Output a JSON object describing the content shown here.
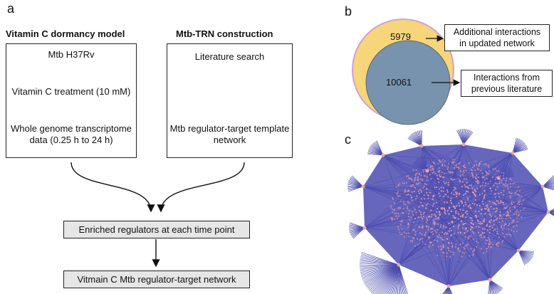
{
  "panel_a": {
    "letter": "a",
    "left_heading": "Vitamin C dormancy model",
    "right_heading": "Mtb-TRN construction",
    "left_steps": [
      "Mtb H37Rv",
      "Vitamin C treatment (10 mM)",
      "Whole genome transcriptome",
      "data (0.25  h to 24 h)"
    ],
    "right_steps": [
      "Literature search",
      "Mtb regulator-target template",
      "network"
    ],
    "enriched": "Enriched regulators at each time point",
    "final": "Vitmain C Mtb regulator-target network"
  },
  "panel_b": {
    "letter": "b",
    "outer_value": "5979",
    "inner_value": "10061",
    "outer_label": [
      "Additional interactions",
      "in updated network"
    ],
    "inner_label": [
      "Interactions from",
      "previous literature"
    ],
    "colors": {
      "outer": "#f7d57a",
      "outer_stroke": "#c9a4d4",
      "inner": "#7893ad"
    }
  },
  "panel_c": {
    "letter": "c",
    "colors": {
      "edges": "#4b4bb0",
      "nodes": "#f2a0a8"
    }
  }
}
